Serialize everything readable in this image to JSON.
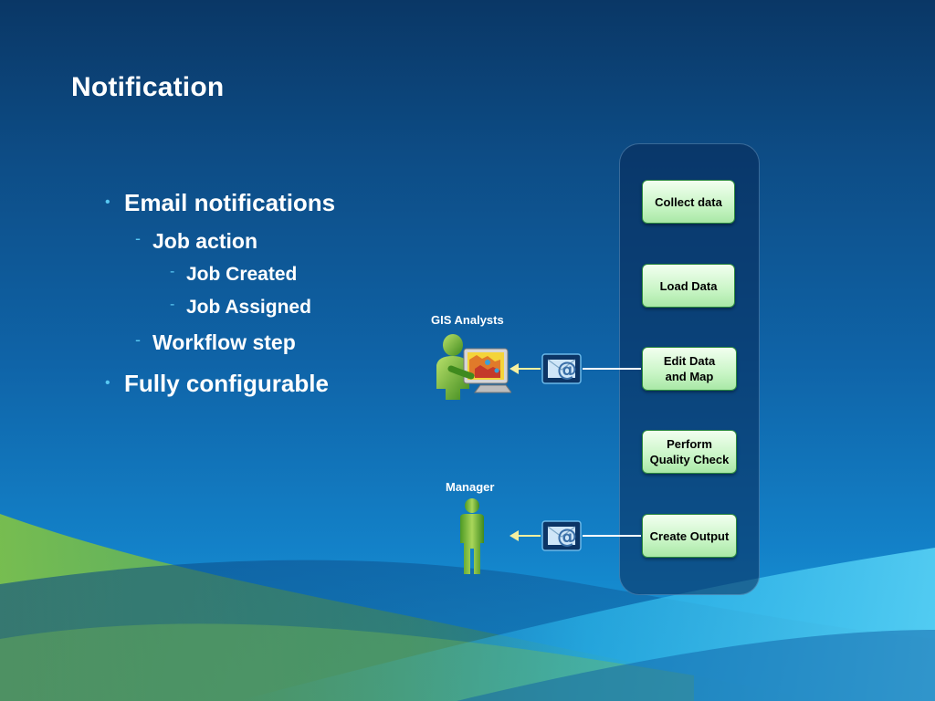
{
  "slide": {
    "title": "Notification",
    "bullets": [
      {
        "text": "Email notifications",
        "level": 1,
        "marker": "•"
      },
      {
        "text": "Job action",
        "level": 2,
        "marker": "-"
      },
      {
        "text": "Job Created",
        "level": 3,
        "marker": "-"
      },
      {
        "text": "Job Assigned",
        "level": 3,
        "marker": "-"
      },
      {
        "text": "Workflow step",
        "level": 2,
        "marker": "-"
      },
      {
        "text": "Fully configurable",
        "level": 1,
        "marker": "•"
      }
    ]
  },
  "diagram": {
    "steps": [
      "Collect data",
      "Load Data",
      "Edit Data\n and Map",
      "Perform\nQuality Check",
      "Create Output"
    ],
    "roles": {
      "gis_analysts": "GIS Analysts",
      "manager": "Manager"
    },
    "email_glyph": "@"
  },
  "colors": {
    "background_dark": "#0a3766",
    "background_light": "#1aa3e0",
    "step_fill": "#c9f5c6",
    "bullet_marker": "#58c8f3",
    "arrow": "#f5f0a0",
    "person": "#8cc63f"
  },
  "icons": [
    "analyst-at-computer-icon",
    "manager-person-icon",
    "email-envelope-icon"
  ]
}
